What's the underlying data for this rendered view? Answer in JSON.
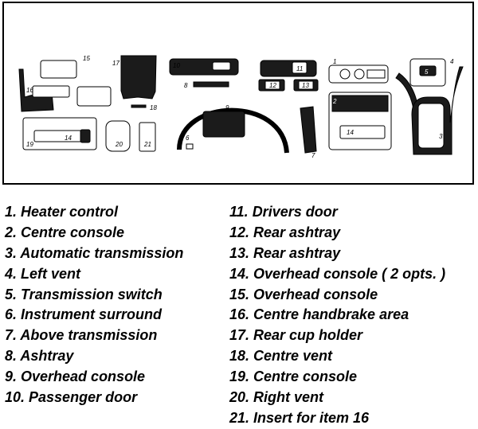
{
  "colors": {
    "part_fill": "#1b1b1b",
    "part_outline": "#000000",
    "background": "#ffffff"
  },
  "callouts": [
    "15",
    "17",
    "10",
    "1",
    "4",
    "16",
    "11",
    "8",
    "12",
    "13",
    "5",
    "2",
    "18",
    "9",
    "14",
    "14",
    "19",
    "20",
    "21",
    "6",
    "3",
    "7"
  ],
  "legend": {
    "left": [
      "1. Heater control",
      "2. Centre console",
      "3. Automatic transmission",
      "4. Left vent",
      "5. Transmission switch",
      "6. Instrument surround",
      "7. Above transmission",
      "8. Ashtray",
      "9. Overhead console",
      "10. Passenger door"
    ],
    "right": [
      "11. Drivers door",
      "12. Rear ashtray",
      "13. Rear ashtray",
      "14. Overhead console ( 2 opts. )",
      "15. Overhead console",
      "16. Centre handbrake area",
      "17. Rear cup holder",
      "18. Centre vent",
      "19. Centre console",
      "20. Right vent",
      "21. Insert for item 16"
    ]
  }
}
